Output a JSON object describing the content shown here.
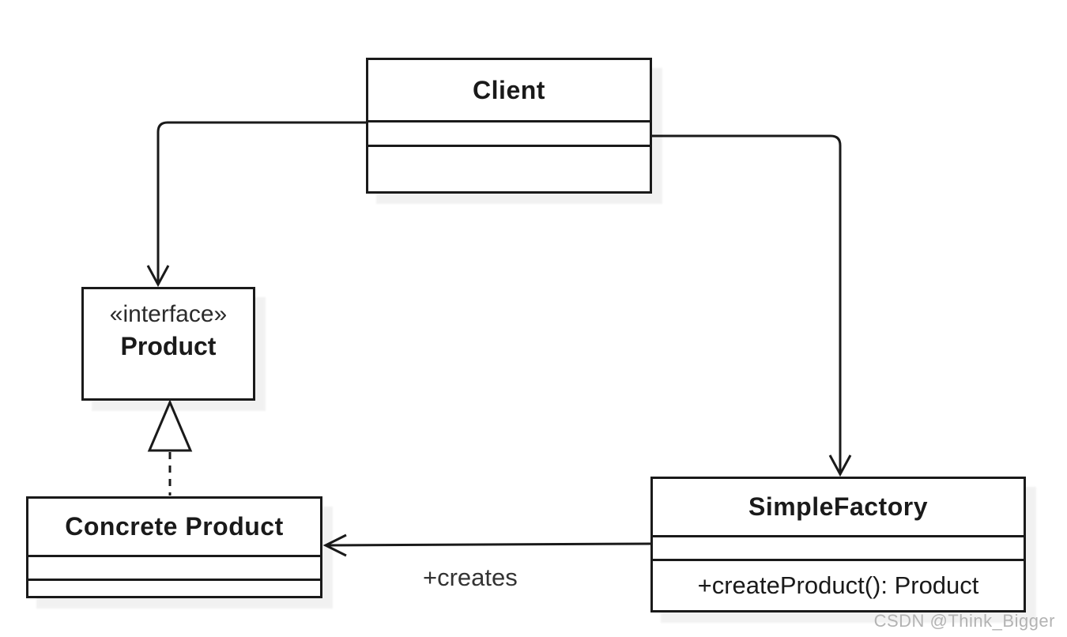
{
  "diagram": {
    "classes": {
      "client": {
        "name": "Client",
        "attributes": [],
        "methods": []
      },
      "product": {
        "stereotype": "«interface»",
        "name": "Product"
      },
      "concrete_product": {
        "name": "Concrete Product",
        "attributes": [],
        "methods": []
      },
      "simple_factory": {
        "name": "SimpleFactory",
        "attributes": [],
        "methods": [
          "+createProduct(): Product"
        ]
      }
    },
    "edges": {
      "client_to_product": {
        "type": "directed-association",
        "label": ""
      },
      "client_to_simple_factory": {
        "type": "directed-association",
        "label": ""
      },
      "simple_factory_to_concrete_product": {
        "type": "directed-association",
        "label": "+creates"
      },
      "concrete_product_to_product": {
        "type": "realization",
        "label": ""
      }
    }
  },
  "watermark": "CSDN @Think_Bigger",
  "colors": {
    "line": "#1a1a1a",
    "background": "#ffffff",
    "watermark": "#b3b3b3"
  }
}
